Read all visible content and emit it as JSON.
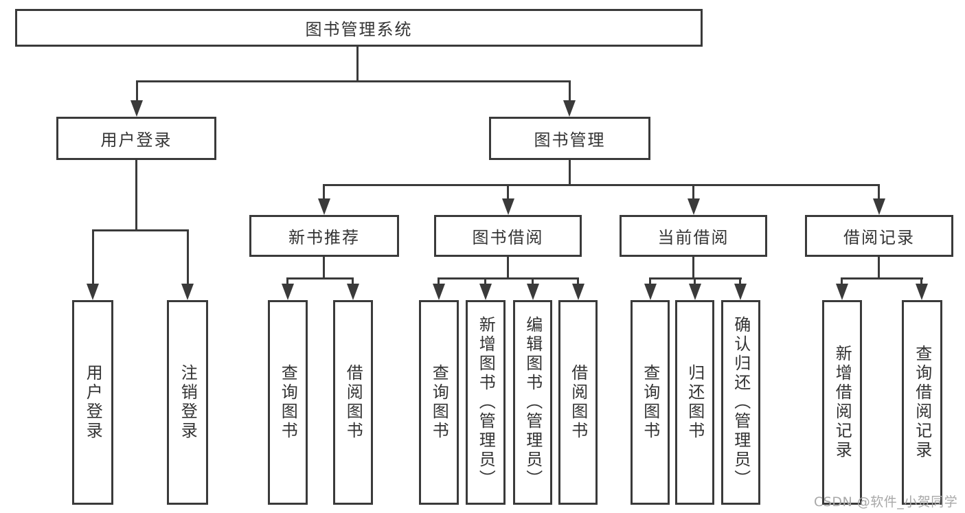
{
  "diagram": {
    "type": "tree",
    "root": {
      "label": "图书管理系统"
    },
    "branches": [
      {
        "label": "用户登录",
        "children": [
          {
            "label": "用户登录"
          },
          {
            "label": "注销登录"
          }
        ]
      },
      {
        "label": "图书管理",
        "children": [
          {
            "label": "新书推荐",
            "children": [
              {
                "label": "查询图书"
              },
              {
                "label": "借阅图书"
              }
            ]
          },
          {
            "label": "图书借阅",
            "children": [
              {
                "label": "查询图书"
              },
              {
                "label": "新增图书（管理员）"
              },
              {
                "label": "编辑图书（管理员）"
              },
              {
                "label": "借阅图书"
              }
            ]
          },
          {
            "label": "当前借阅",
            "children": [
              {
                "label": "查询图书"
              },
              {
                "label": "归还图书"
              },
              {
                "label": "确认归还（管理员）"
              }
            ]
          },
          {
            "label": "借阅记录",
            "children": [
              {
                "label": "新增借阅记录"
              },
              {
                "label": "查询借阅记录"
              }
            ]
          }
        ]
      }
    ]
  },
  "watermark": {
    "text": "CSDN @软件_小贺同学"
  },
  "colors": {
    "line": "#3a3a3a",
    "text": "#333333",
    "box_background": "#ffffff",
    "watermark": "#a8a8a8",
    "page_background": "#ffffff"
  }
}
